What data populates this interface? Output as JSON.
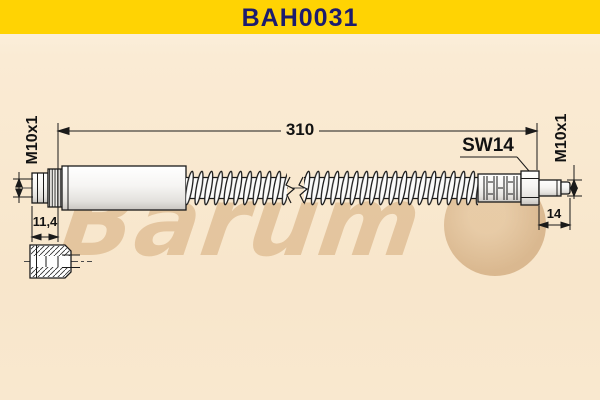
{
  "header": {
    "title": "BAH0031",
    "band_color": "#ffd303",
    "title_color": "#1c1c6e"
  },
  "watermark": {
    "text": "Barum"
  },
  "diagram": {
    "type": "brake-hose-technical-drawing",
    "total_length_label": "310",
    "left_fitting": {
      "thread_label": "M10x1",
      "length_label": "11,4"
    },
    "right_fitting": {
      "thread_label": "M10x1",
      "hex_label": "SW14",
      "length_label": "14"
    }
  },
  "colors": {
    "background": "#f8e6cb",
    "line": "#1a1a1a",
    "watermark_tan": "#cfa26e"
  }
}
